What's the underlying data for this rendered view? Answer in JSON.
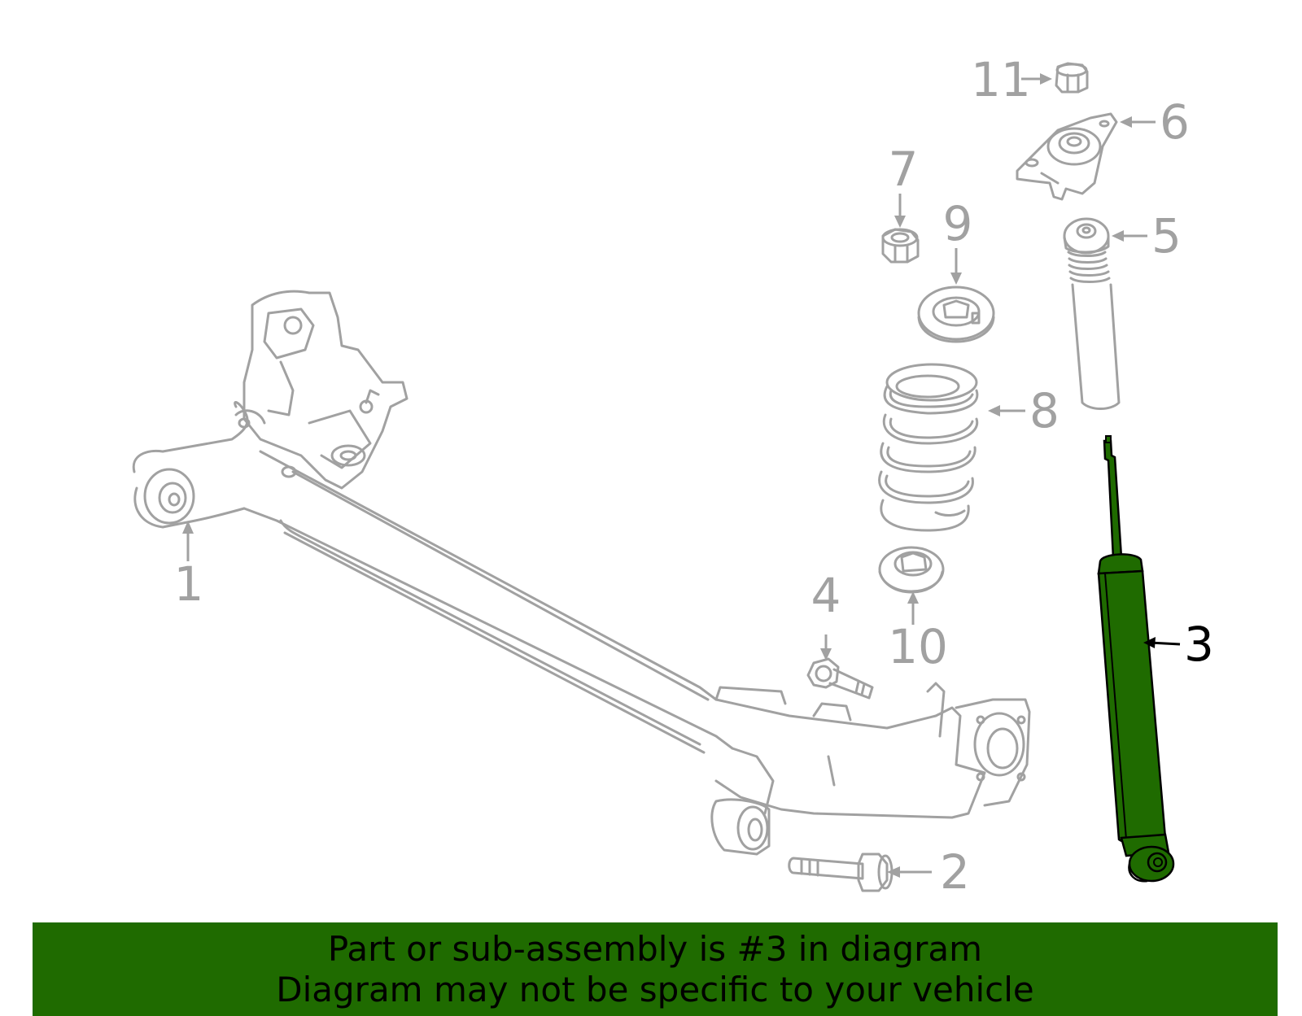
{
  "diagram": {
    "callouts": [
      "1",
      "2",
      "3",
      "4",
      "5",
      "6",
      "7",
      "8",
      "9",
      "10",
      "11"
    ],
    "highlighted_callout": "3",
    "parts": [
      {
        "callout": "1",
        "icon": "rear-axle-beam-icon"
      },
      {
        "callout": "2",
        "icon": "bolt-icon"
      },
      {
        "callout": "3",
        "icon": "shock-absorber-icon"
      },
      {
        "callout": "4",
        "icon": "bolt-icon"
      },
      {
        "callout": "5",
        "icon": "bump-stop-boot-icon"
      },
      {
        "callout": "6",
        "icon": "upper-mount-icon"
      },
      {
        "callout": "7",
        "icon": "nut-icon"
      },
      {
        "callout": "8",
        "icon": "coil-spring-icon"
      },
      {
        "callout": "9",
        "icon": "upper-spring-seat-icon"
      },
      {
        "callout": "10",
        "icon": "lower-spring-seat-icon"
      },
      {
        "callout": "11",
        "icon": "nut-icon"
      }
    ]
  },
  "banner": {
    "line1": "Part or sub-assembly is #3 in diagram",
    "line2": "Diagram may not be specific to your vehicle"
  },
  "colors": {
    "part_outline": "#a1a1a1",
    "highlight_part": "#1f6b00",
    "banner_background": "#1f6b00",
    "banner_text": "#000000"
  }
}
